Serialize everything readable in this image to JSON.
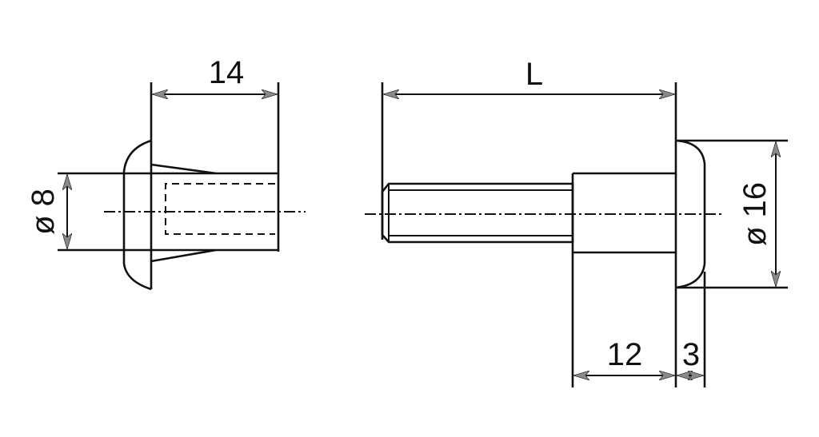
{
  "dimensions": {
    "sleeve_length": "14",
    "sleeve_diameter": "ø 8",
    "bolt_length": "L",
    "head_diameter": "ø 16",
    "collar_length": "12",
    "head_thickness": "3"
  },
  "colors": {
    "line": "#111111",
    "arrow": "#8a8a8a",
    "thread_fill": "#e4e4e4"
  }
}
